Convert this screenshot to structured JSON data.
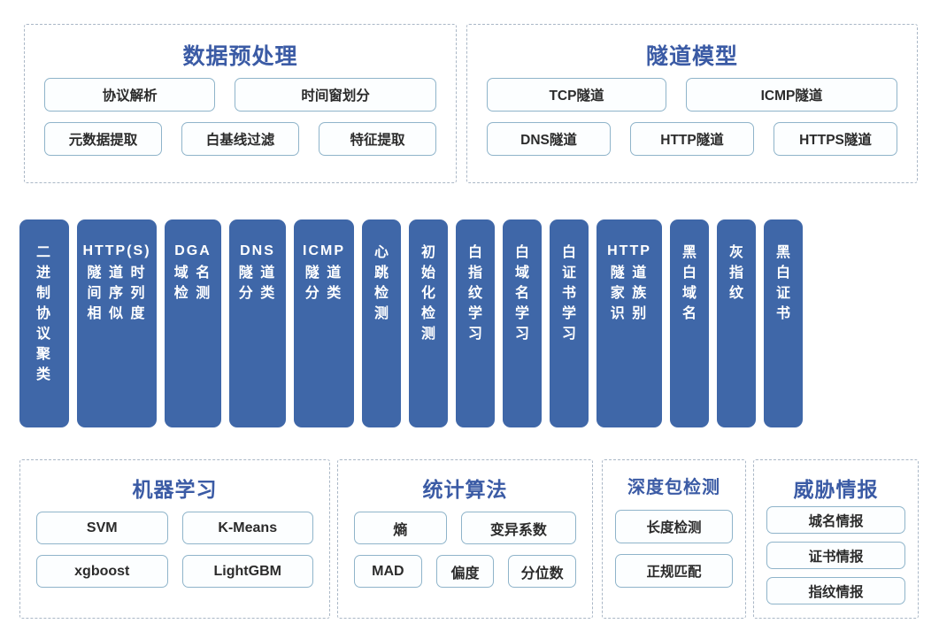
{
  "theme": {
    "title_color": "#3b5ba5",
    "chip_border_color": "#8fb4ca",
    "panel_border_color": "#aab7c6",
    "column_fill_color": "#3f67a8",
    "background": "#ffffff"
  },
  "top_panels": [
    {
      "title": "数据预处理",
      "rows": [
        [
          {
            "label": "协议解析",
            "flex": 1
          },
          {
            "label": "时间窗划分",
            "flex": 1.18
          }
        ],
        [
          {
            "label": "元数据提取",
            "flex": 1
          },
          {
            "label": "白基线过滤",
            "flex": 1
          },
          {
            "label": "特征提取",
            "flex": 1
          }
        ]
      ]
    },
    {
      "title": "隧道模型",
      "rows": [
        [
          {
            "label": "TCP隧道",
            "flex": 1
          },
          {
            "label": "ICMP隧道",
            "flex": 1.18
          }
        ],
        [
          {
            "label": "DNS隧道",
            "flex": 1
          },
          {
            "label": "HTTP隧道",
            "flex": 1
          },
          {
            "label": "HTTPS隧道",
            "flex": 1
          }
        ]
      ]
    }
  ],
  "columns": [
    {
      "full": "二进制协议聚类",
      "latin": "",
      "cn": "二\n进\n制\n协\n议\n聚\n类",
      "width": 56
    },
    {
      "full": "HTTP(S)隧道时间序列相似度",
      "latin": "HTTP(S)",
      "cn": "隧 道 时\n间 序 列\n相 似 度",
      "width": 90
    },
    {
      "full": "DGA域名检测",
      "latin": "DGA",
      "cn": "域 名\n检 测",
      "width": 64
    },
    {
      "full": "DNS隧道分类",
      "latin": "DNS",
      "cn": "隧 道\n分 类",
      "width": 64
    },
    {
      "full": "ICMP隧道分类",
      "latin": "ICMP",
      "cn": "隧 道\n分 类",
      "width": 68
    },
    {
      "full": "心跳检测",
      "latin": "",
      "cn": "心\n跳\n检\n测",
      "width": 44
    },
    {
      "full": "初始化检测",
      "latin": "",
      "cn": "初\n始\n化\n检\n测",
      "width": 44
    },
    {
      "full": "白指纹学习",
      "latin": "",
      "cn": "白\n指\n纹\n学\n习",
      "width": 44
    },
    {
      "full": "白域名学习",
      "latin": "",
      "cn": "白\n域\n名\n学\n习",
      "width": 44
    },
    {
      "full": "白证书学习",
      "latin": "",
      "cn": "白\n证\n书\n学\n习",
      "width": 44
    },
    {
      "full": "HTTP隧道家族识别",
      "latin": "HTTP",
      "cn": "隧 道\n家 族\n识 别",
      "width": 74
    },
    {
      "full": "黑白域名",
      "latin": "",
      "cn": "黑\n白\n域\n名",
      "width": 44
    },
    {
      "full": "灰指纹",
      "latin": "",
      "cn": "灰\n指\n纹",
      "width": 44
    },
    {
      "full": "黑白证书",
      "latin": "",
      "cn": "黑\n白\n证\n书",
      "width": 44
    }
  ],
  "bottom_panels": [
    {
      "title": "机器学习",
      "rows": [
        [
          {
            "label": "SVM",
            "flex": 1
          },
          {
            "label": "K-Means",
            "flex": 1
          }
        ],
        [
          {
            "label": "xgboost",
            "flex": 1
          },
          {
            "label": "LightGBM",
            "flex": 1
          }
        ]
      ]
    },
    {
      "title": "统计算法",
      "rows": [
        [
          {
            "label": "熵",
            "flex": 1
          },
          {
            "label": "变异系数",
            "flex": 1.25
          }
        ],
        [
          {
            "label": "MAD",
            "flex": 1
          },
          {
            "label": "偏度",
            "flex": 0.85
          },
          {
            "label": "分位数",
            "flex": 1
          }
        ]
      ]
    },
    {
      "title": "深度包检测",
      "rows": [
        [
          {
            "label": "长度检测",
            "flex": 1
          }
        ],
        [
          {
            "label": "正规匹配",
            "flex": 1
          }
        ]
      ]
    },
    {
      "title": "威胁情报",
      "rows": [
        [
          {
            "label": "城名情报",
            "flex": 1
          }
        ],
        [
          {
            "label": "证书情报",
            "flex": 1
          }
        ],
        [
          {
            "label": "指纹情报",
            "flex": 1
          }
        ]
      ]
    }
  ]
}
